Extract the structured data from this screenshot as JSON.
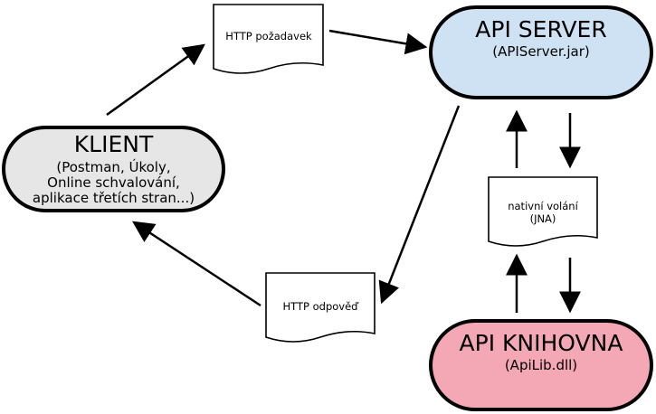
{
  "nodes": {
    "client": {
      "title": "KLIENT",
      "lines": [
        "(Postman, Úkoly,",
        "Online schvalování,",
        "aplikace třetích stran...)"
      ],
      "fill": "#e6e6e6"
    },
    "server": {
      "title": "API SERVER",
      "sub": "(APIServer.jar)",
      "fill": "#cfe2f3"
    },
    "library": {
      "title": "API KNIHOVNA",
      "sub": "(ApiLib.dll)",
      "fill": "#f4a7b5"
    }
  },
  "documents": {
    "request": {
      "text": "HTTP požadavek"
    },
    "response": {
      "text": "HTTP odpověď"
    },
    "native": {
      "lines": [
        "nativní volání",
        "(JNA)"
      ]
    }
  },
  "colors": {
    "stroke": "#000000",
    "background": "#ffffff"
  }
}
